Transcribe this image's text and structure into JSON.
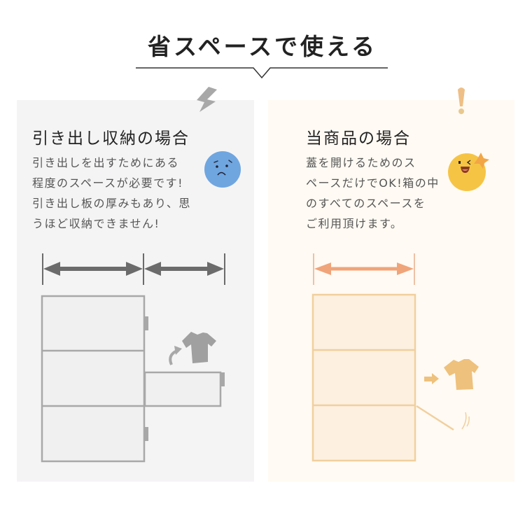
{
  "title": "省スペースで使える",
  "colors": {
    "left_panel_bg": "#f5f4f5",
    "right_panel_bg": "#fffaf3",
    "left_accent": "#6b6b6b",
    "right_accent": "#f0a47a",
    "right_outline": "#f1cf9e",
    "right_shirt": "#eec17c",
    "blue_face": "#6fa6e0",
    "yellow_face": "#f6c445"
  },
  "left_panel": {
    "heading": "引き出し収納の場合",
    "body": "引き出しを出すためにある\n程度のスペースが必要です!\n引き出し板の厚みもあり、思\nうほど収納できません!",
    "icons": [
      "lightning-icon",
      "sad-face-icon",
      "tshirt-icon",
      "curved-arrow-icon",
      "double-arrow-icon"
    ],
    "diagram": {
      "type": "drawer-storage",
      "drawers": 3,
      "pulled_out_drawer": 2
    }
  },
  "right_panel": {
    "heading": "当商品の場合",
    "body": "蓋を開けるためのス\nペースだけでOK!箱の中\nのすべてのスペースを\nご利用頂けます。",
    "icons": [
      "exclamation-icon",
      "wink-face-icon",
      "tshirt-icon",
      "right-arrow-icon",
      "double-arrow-icon"
    ],
    "diagram": {
      "type": "box-storage",
      "boxes": 3,
      "open_lid": 3
    }
  }
}
